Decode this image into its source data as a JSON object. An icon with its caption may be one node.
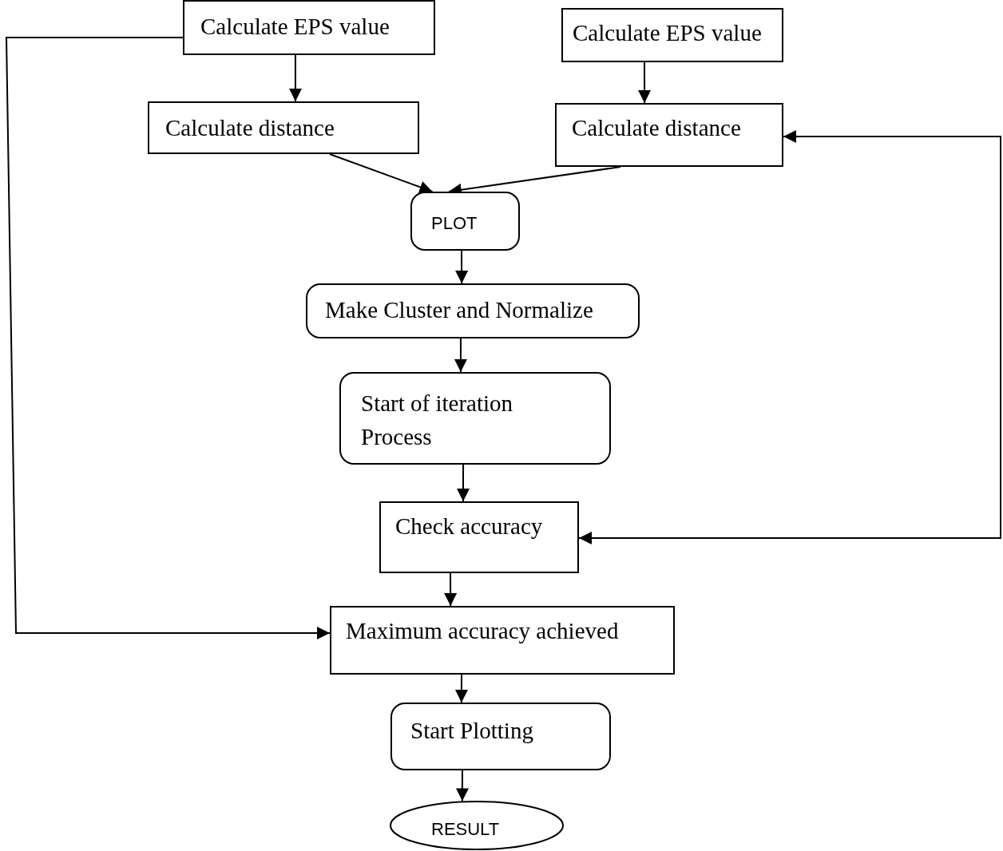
{
  "diagram": {
    "nodes": [
      {
        "text": [
          "Calculate EPS value"
        ]
      },
      {
        "text": [
          "Calculate EPS value"
        ]
      },
      {
        "text": [
          "Calculate distance"
        ]
      },
      {
        "text": [
          "Calculate distance"
        ]
      },
      {
        "text": [
          "PLOT"
        ]
      },
      {
        "text": [
          "Make Cluster and Normalize"
        ]
      },
      {
        "text": [
          "Start of iteration Process"
        ]
      },
      {
        "text": [
          "Check accuracy"
        ]
      },
      {
        "text": [
          "Maximum accuracy achieved"
        ]
      },
      {
        "text": [
          "Start Plotting"
        ]
      },
      {
        "text": [
          "RESULT"
        ]
      }
    ],
    "edges": [
      {
        "from": 0,
        "to": 2,
        "arrow": "to"
      },
      {
        "from": 1,
        "to": 3,
        "arrow": "to"
      },
      {
        "from": 2,
        "to": 4,
        "arrow": "to"
      },
      {
        "from": 3,
        "to": 4,
        "arrow": "to"
      },
      {
        "from": 4,
        "to": 5,
        "arrow": "to"
      },
      {
        "from": 5,
        "to": 6,
        "arrow": "to"
      },
      {
        "from": 6,
        "to": 7,
        "arrow": "to"
      },
      {
        "from": 7,
        "to": 8,
        "arrow": "to"
      },
      {
        "from": 8,
        "to": 9,
        "arrow": "to"
      },
      {
        "from": 9,
        "to": 10,
        "arrow": "to"
      },
      {
        "from": 0,
        "to": 8,
        "arrow": "to"
      },
      {
        "from": 3,
        "to": 7,
        "arrow": "both"
      }
    ]
  }
}
